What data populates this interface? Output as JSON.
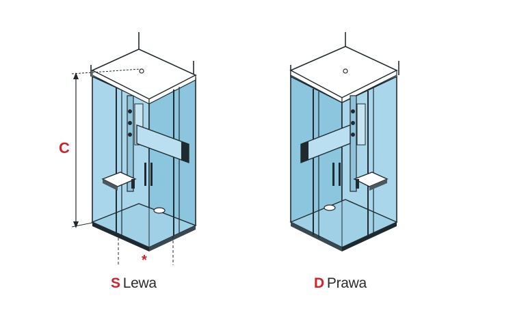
{
  "labels": {
    "dimension": "C",
    "asterisk": "*"
  },
  "variants": [
    {
      "code": "S",
      "name": "Lewa"
    },
    {
      "code": "D",
      "name": "Prawa"
    }
  ],
  "colors": {
    "glass": "#a9d6ea",
    "glass_dark": "#8cc5de",
    "frame": "#1f2a30",
    "accent": "#d2232a",
    "roof": "#ffffff",
    "text": "#2a2a2a"
  }
}
